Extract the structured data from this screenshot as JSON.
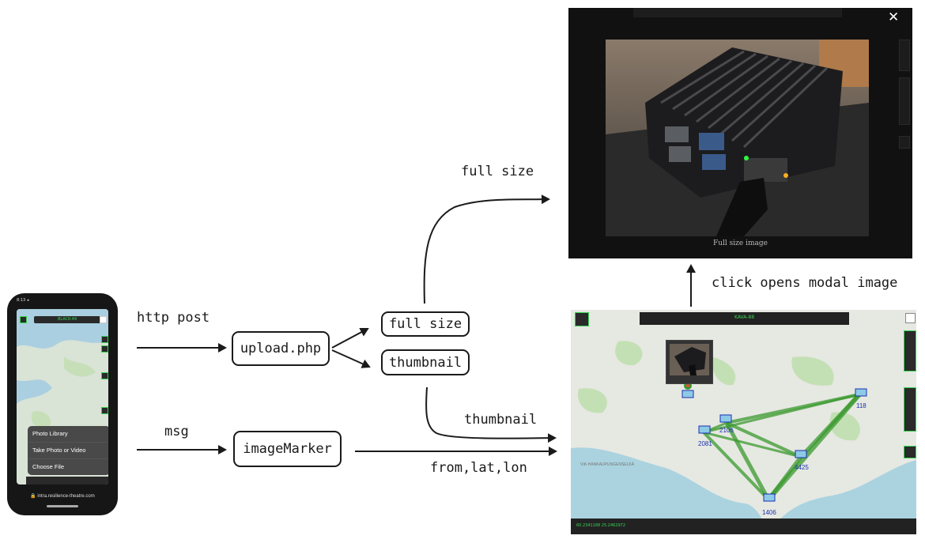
{
  "labels": {
    "full_size_top": "full size",
    "http_post": "http post",
    "msg": "msg",
    "thumbnail_arrow": "thumbnail",
    "from_lat_lon": "from,lat,lon",
    "click_opens": "click opens modal image"
  },
  "boxes": {
    "upload": "upload.php",
    "full_size": "full size",
    "thumbnail": "thumbnail",
    "image_marker": "imageMarker"
  },
  "phone": {
    "status": "8:13 ◂",
    "title": "BLACK-49",
    "menu": [
      "Photo Library",
      "Take Photo or Video",
      "Choose File"
    ],
    "url": "🔒 intra.resilience-theatre.com"
  },
  "modal": {
    "caption": "Full size image",
    "close": "✕"
  },
  "map": {
    "header": "KAVA-88",
    "footer": "60.2341168 25.2462972",
    "nodes": [
      "118",
      "2106",
      "2081",
      "4425",
      "1406"
    ],
    "place": "VIK-HANKAUPUNGENSELKÄ"
  },
  "colors": {
    "accent": "#39d353",
    "ink": "#1a1a1a",
    "link_green": "#3a9a2e",
    "node_blue": "#1a2fb0"
  }
}
